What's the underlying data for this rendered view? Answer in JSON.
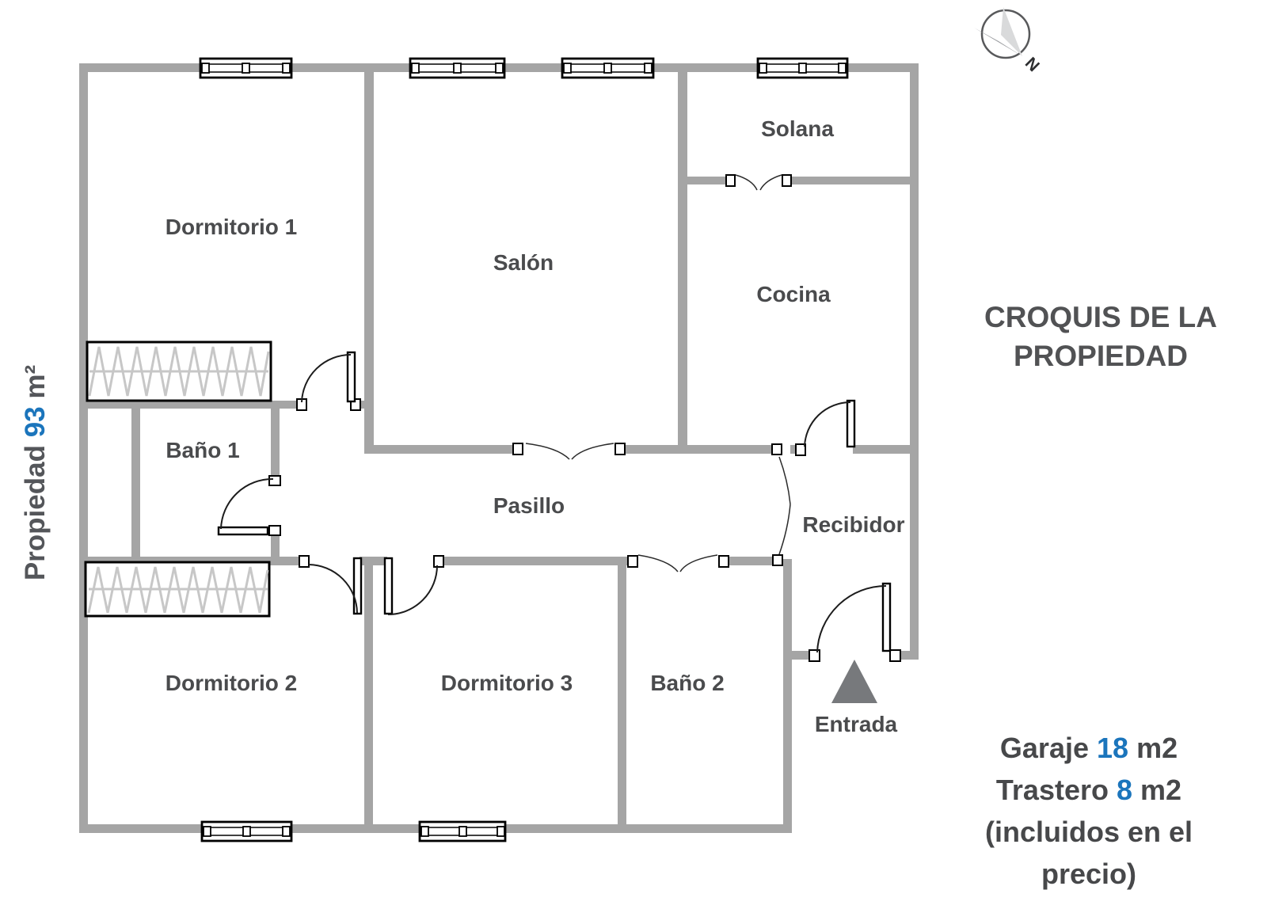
{
  "title": {
    "line1": "CROQUIS DE LA",
    "line2": "PROPIEDAD"
  },
  "side_label": {
    "prefix": "Propiedad",
    "value": "93",
    "suffix": "m²"
  },
  "rooms": {
    "dormitorio1": {
      "label": "Dormitorio 1"
    },
    "salon": {
      "label": "Salón"
    },
    "solana": {
      "label": "Solana"
    },
    "cocina": {
      "label": "Cocina"
    },
    "bano1": {
      "label": "Baño 1"
    },
    "pasillo": {
      "label": "Pasillo"
    },
    "recibidor": {
      "label": "Recibidor"
    },
    "dormitorio2": {
      "label": "Dormitorio 2"
    },
    "dormitorio3": {
      "label": "Dormitorio 3"
    },
    "bano2": {
      "label": "Baño 2"
    }
  },
  "entrance": {
    "label": "Entrada"
  },
  "compass": {
    "label": "N"
  },
  "annex": {
    "garaje_label": "Garaje",
    "garaje_value": "18",
    "garaje_unit": "m2",
    "trastero_label": "Trastero",
    "trastero_value": "8",
    "trastero_unit": "m2",
    "note_line1": "(incluidos en el",
    "note_line2": "precio)"
  },
  "colors": {
    "wall": "#a5a5a5",
    "text_dark": "#4a4b4d",
    "accent_blue": "#1b75bc",
    "entry_arrow": "#77797c"
  }
}
